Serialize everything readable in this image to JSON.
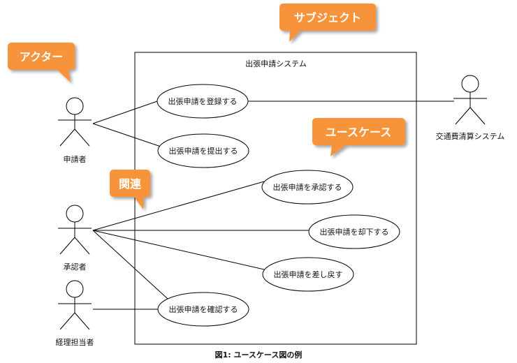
{
  "system": {
    "label": "出張申請システム"
  },
  "actors": {
    "applicant": "申請者",
    "approver": "承認者",
    "accounting": "経理担当者",
    "transport_system": "交通費清算システム"
  },
  "usecases": {
    "register": "出張申請を登録する",
    "submit": "出張申請を提出する",
    "approve": "出張申請を承認する",
    "reject": "出張申請を却下する",
    "return": "出張申請を差し戻す",
    "confirm": "出張申請を確認する"
  },
  "callouts": {
    "actor": "アクター",
    "subject": "サブジェクト",
    "usecase": "ユースケース",
    "association": "関連"
  },
  "caption": "図1: ユースケース図の例",
  "colors": {
    "callout": "#f7943a",
    "stroke": "#000000"
  }
}
